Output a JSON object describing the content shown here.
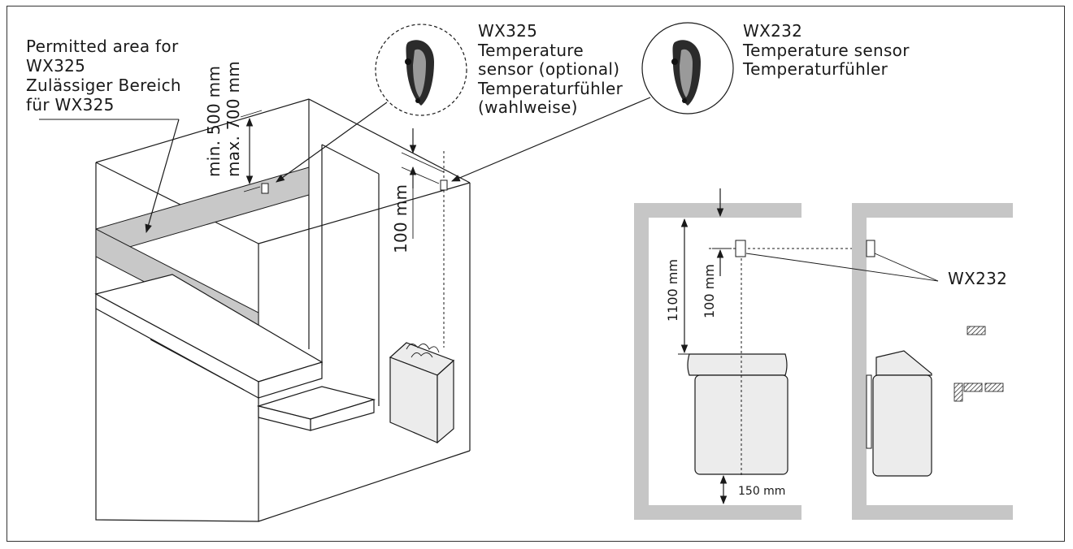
{
  "permitted_area": {
    "line1": "Permitted area for",
    "line2": "WX325",
    "line3": "Zulässiger Bereich",
    "line4": "für WX325"
  },
  "range_label": {
    "min": "min. 500 mm",
    "max": "max. 700 mm"
  },
  "wx325_callout": {
    "line1": "WX325",
    "line2": "Temperature",
    "line3": "sensor (optional)",
    "line4": "Temperaturfühler",
    "line5": "(wahlweise)"
  },
  "wx232_callout": {
    "line1": "WX232",
    "line2": "Temperature sensor",
    "line3": "Temperaturfühler"
  },
  "dims": {
    "iso_100": "100 mm",
    "side_1100": "1100 mm",
    "side_100": "100 mm",
    "bottom_150": "150 mm"
  },
  "side_label": "WX232"
}
